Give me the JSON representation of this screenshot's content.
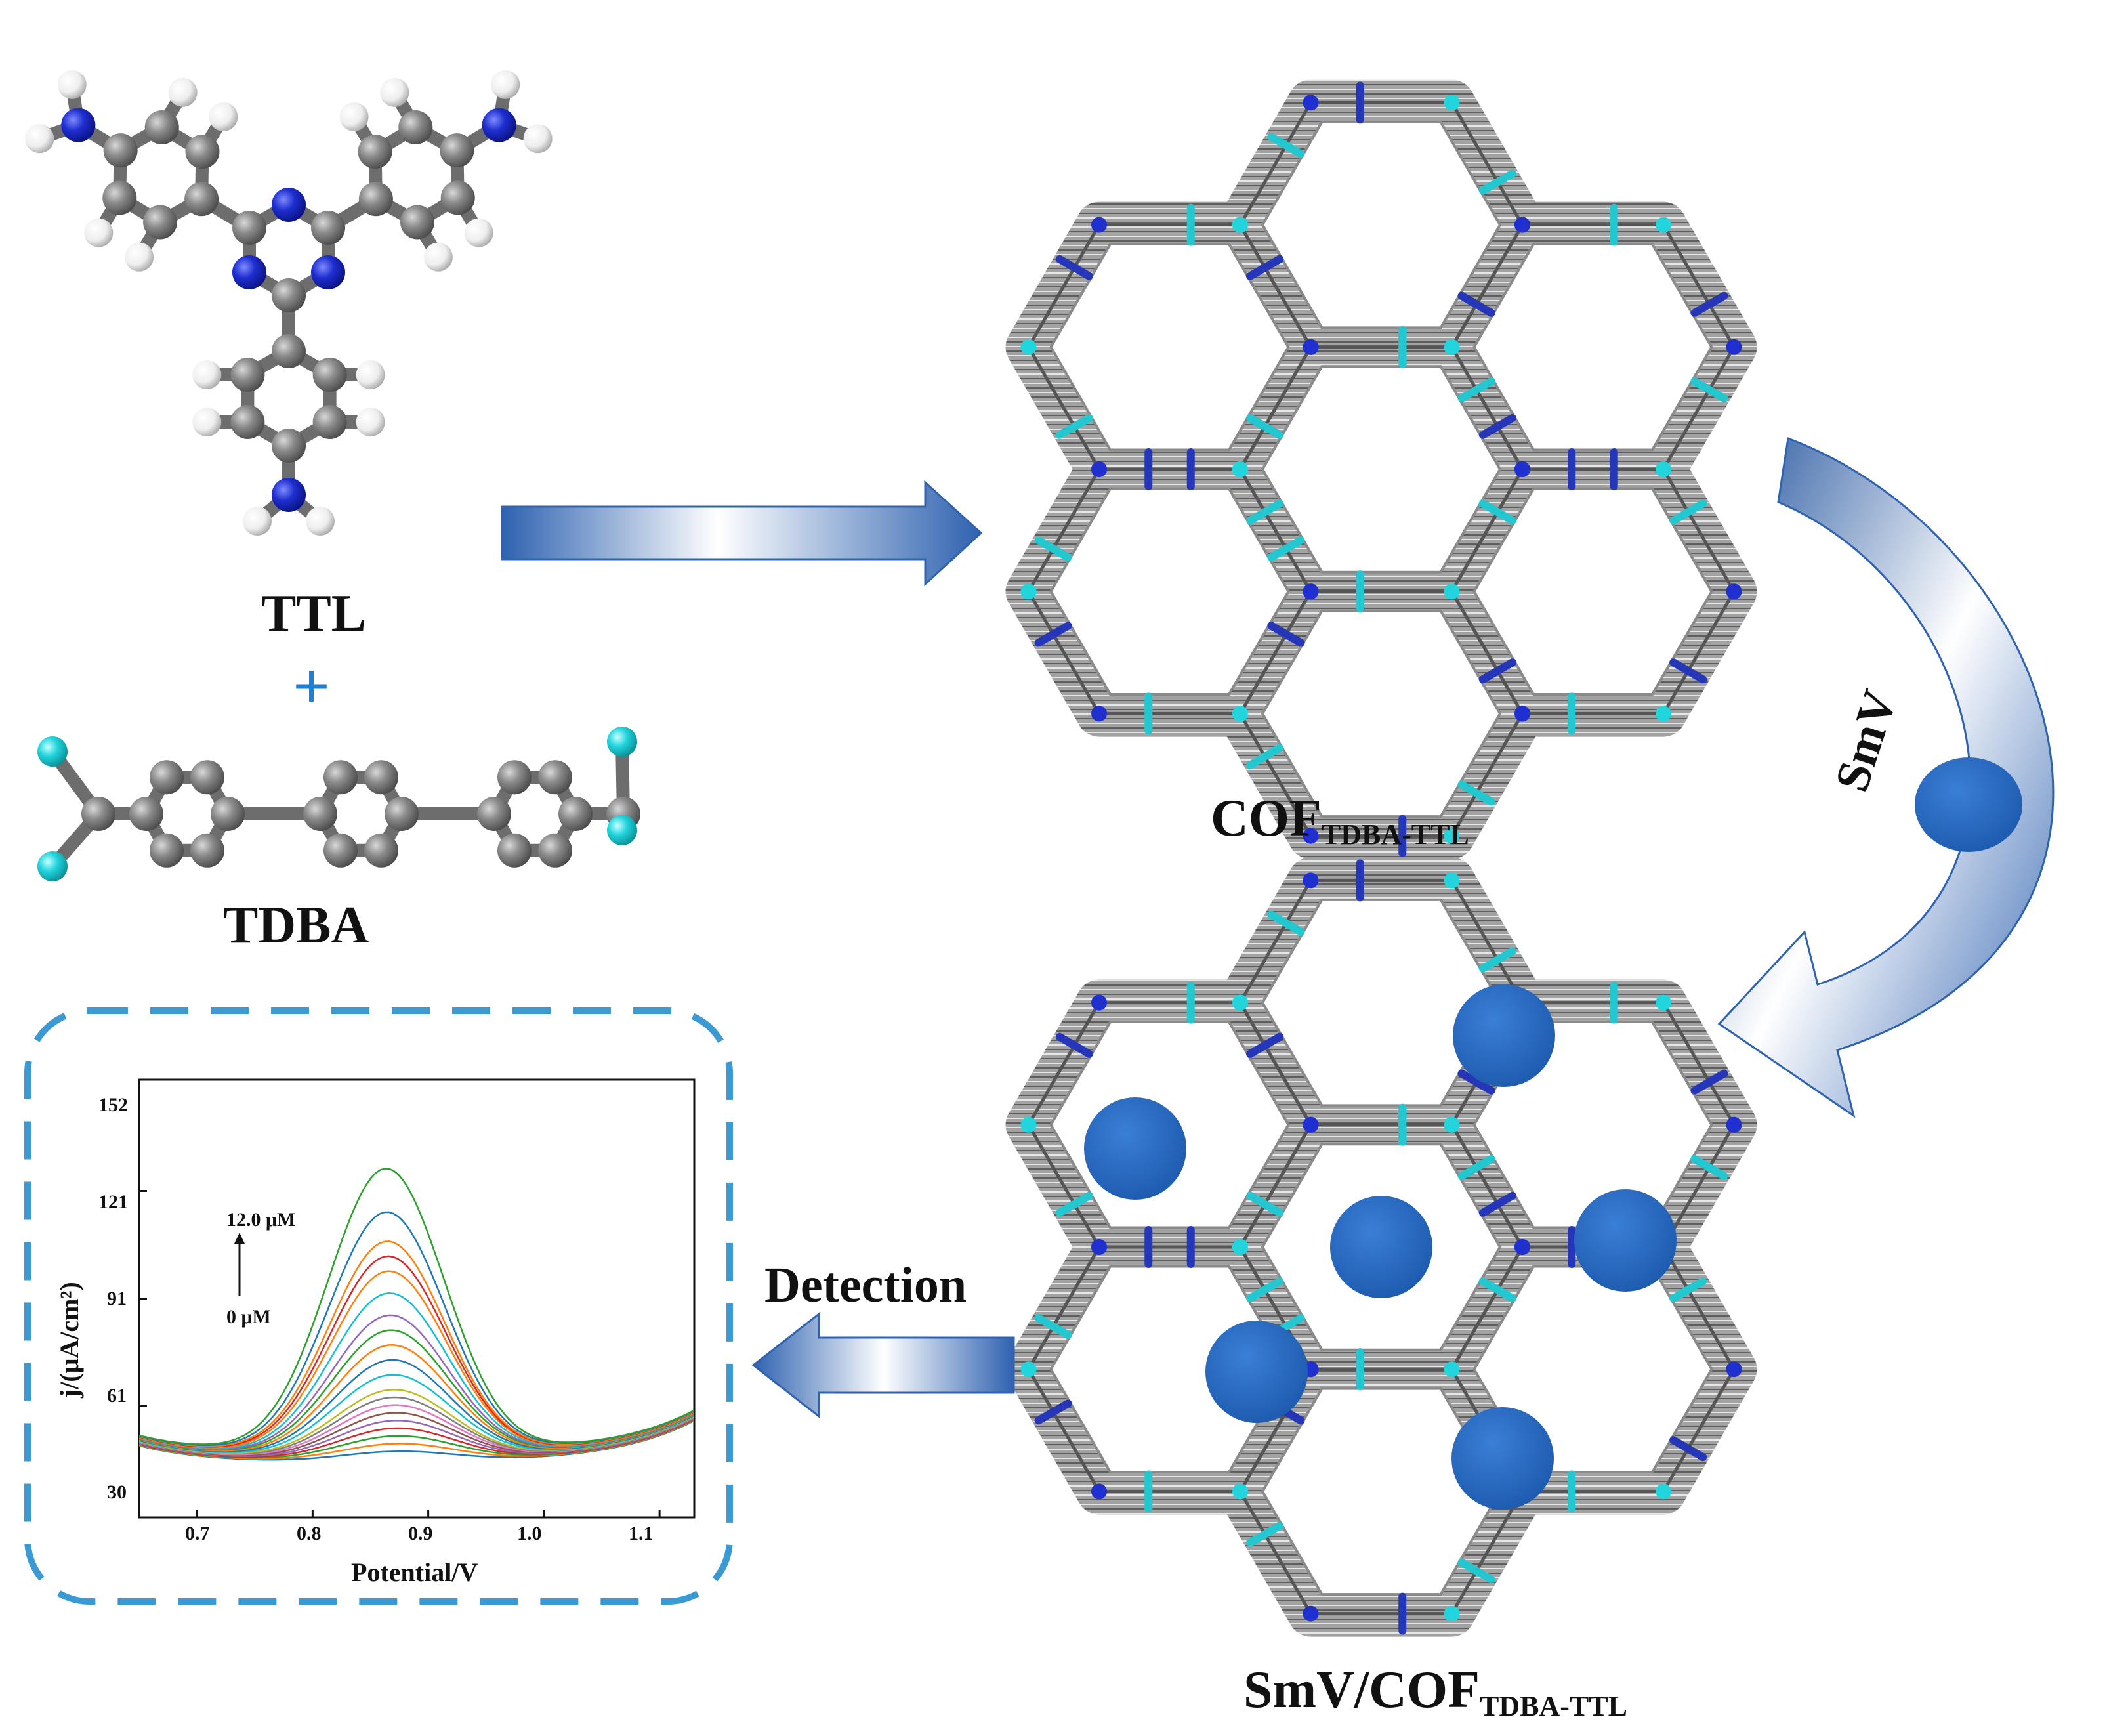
{
  "labels": {
    "ttl": "TTL",
    "plus": "+",
    "tdba": "TDBA",
    "cof_main": "COF",
    "cof_sub": "TDBA-TTL",
    "smv": "SmV",
    "composite_main": "SmV/COF",
    "composite_sub": "TDBA-TTL",
    "detection": "Detection"
  },
  "colors": {
    "carbon": "#7d7d7d",
    "nitrogen": "#1f2fd0",
    "hydrogen": "#f4f4f4",
    "fluorine": "#22d4dc",
    "arrow_dark": "#2f62b0",
    "arrow_light": "#ffffff",
    "smv_ball": "#2b6cc4",
    "box_border": "#3b9ad4",
    "plus": "#1f7fd0"
  },
  "chart_data": {
    "type": "line",
    "xlabel": "Potential/V",
    "ylabel": "j/(μA/cm²)",
    "xlim": [
      0.65,
      1.13
    ],
    "ylim": [
      30,
      152
    ],
    "x_ticks": [
      "0.7",
      "0.8",
      "0.9",
      "1.0",
      "1.1"
    ],
    "y_ticks": [
      "30",
      "61",
      "91",
      "121",
      "152"
    ],
    "annotation_top": "12.0 μM",
    "annotation_bottom": "0 μM",
    "baseline_left": 50,
    "baseline_min": 45,
    "baseline_right": 57,
    "peak_center": 0.875,
    "series_peaks": [
      48,
      50,
      52,
      54,
      56,
      58,
      60,
      62,
      64,
      68,
      72,
      76,
      80,
      84,
      90,
      96,
      100,
      104,
      112,
      124
    ],
    "series_colors": [
      "#1f77b4",
      "#ff7f0e",
      "#2ca02c",
      "#d62728",
      "#9467bd",
      "#8c564b",
      "#e377c2",
      "#7f7f7f",
      "#bcbd22",
      "#17becf",
      "#1f77b4",
      "#ff7f0e",
      "#2ca02c",
      "#9467bd",
      "#17becf",
      "#ff7f0e",
      "#d62728",
      "#ff7f0e",
      "#1f77b4",
      "#2ca02c"
    ]
  }
}
